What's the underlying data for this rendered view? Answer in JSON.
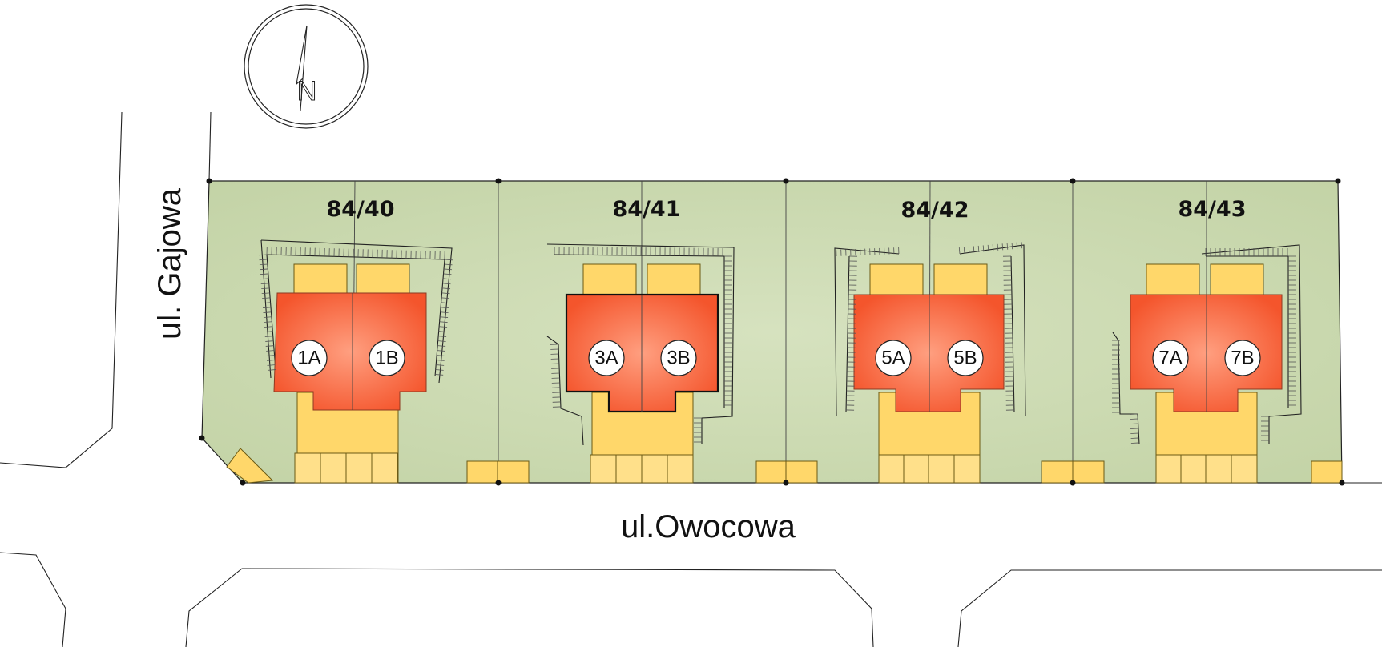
{
  "streets": {
    "gajowa": "ul. Gajowa",
    "owocowa": "ul.Owocowa"
  },
  "compass": {
    "letter": "N"
  },
  "lots": [
    {
      "id": "84/40",
      "units": [
        "1A",
        "1B"
      ]
    },
    {
      "id": "84/41",
      "units": [
        "3A",
        "3B"
      ]
    },
    {
      "id": "84/42",
      "units": [
        "5A",
        "5B"
      ]
    },
    {
      "id": "84/43",
      "units": [
        "7A",
        "7B"
      ]
    }
  ],
  "colors": {
    "lot": "#c8d7ac",
    "paving": "#ffd76a",
    "house_center": "#ff9a78",
    "house_edge": "#f4562e"
  }
}
